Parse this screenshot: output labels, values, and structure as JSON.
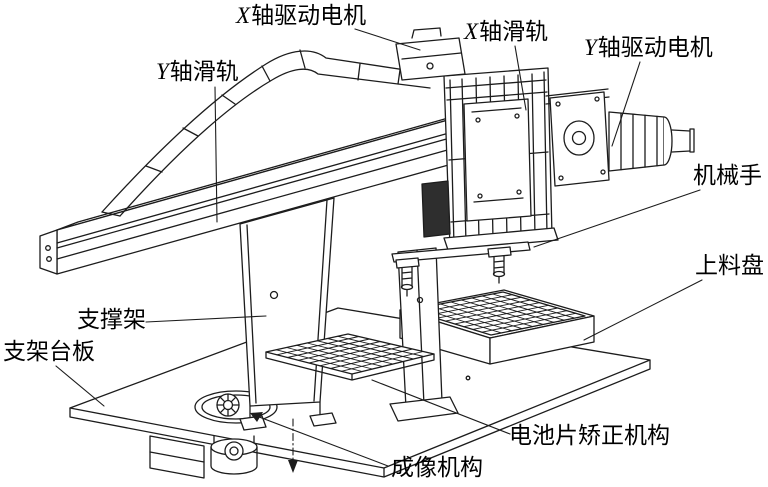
{
  "page": {
    "background": "#ffffff",
    "line_color": "#1c1c1c"
  },
  "diagram": {
    "type": "isometric-line-drawing",
    "labels": [
      {
        "id": "x-axis-drive-motor",
        "var": "X",
        "text": "轴驱动电机"
      },
      {
        "id": "x-axis-slide-rail",
        "var": "X",
        "text": "轴滑轨"
      },
      {
        "id": "y-axis-drive-motor",
        "var": "Y",
        "text": "轴驱动电机"
      },
      {
        "id": "y-axis-slide-rail",
        "var": "Y",
        "text": "轴滑轨"
      },
      {
        "id": "manipulator",
        "var": "",
        "text": "机械手"
      },
      {
        "id": "loading-tray",
        "var": "",
        "text": "上料盘"
      },
      {
        "id": "support-frame",
        "var": "",
        "text": "支撑架"
      },
      {
        "id": "bracket-platform",
        "var": "",
        "text": "支架台板"
      },
      {
        "id": "cell-correction-mechanism",
        "var": "",
        "text": "电池片矫正机构"
      },
      {
        "id": "imaging-mechanism",
        "var": "",
        "text": "成像机构"
      }
    ]
  }
}
